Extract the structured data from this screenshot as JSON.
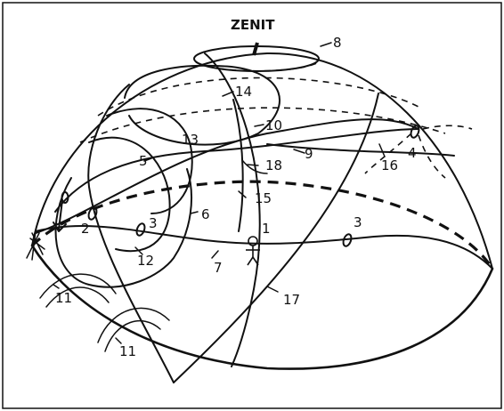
{
  "diagram": {
    "title": "ZENIT",
    "labels": {
      "n1": "1",
      "n2": "2",
      "n3a": "3",
      "n3b": "3",
      "n4": "4",
      "n5": "5",
      "n6": "6",
      "n7": "7",
      "n8": "8",
      "n9": "9",
      "n10": "10",
      "n11a": "11",
      "n11b": "11",
      "n12": "12",
      "n13": "13",
      "n14": "14",
      "n15": "15",
      "n16": "16",
      "n17": "17",
      "n18": "18"
    }
  }
}
